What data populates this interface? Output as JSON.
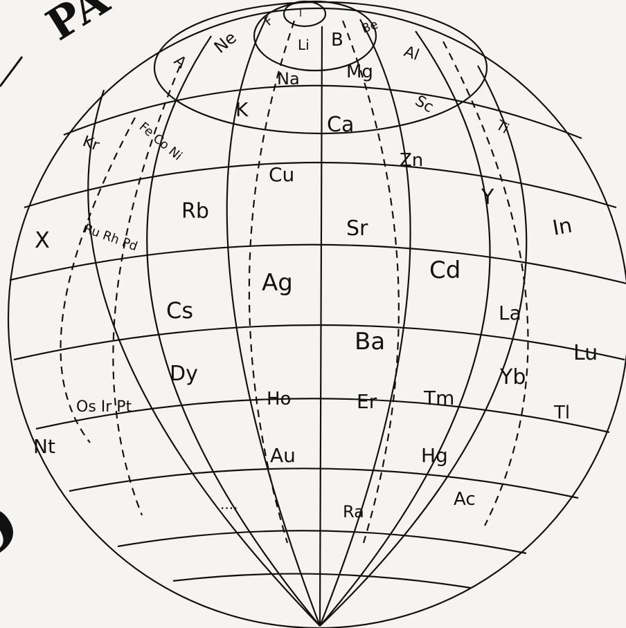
{
  "diagram": {
    "title_fragment": "PA",
    "side_fragment": "D",
    "colors": {
      "background": "#f5f4f2",
      "ink": "#111111"
    },
    "elements": [
      "I",
      "F",
      "Li",
      "B",
      "Be",
      "A",
      "Ne",
      "Na",
      "Mg",
      "Al",
      "K",
      "Ca",
      "Sc",
      "Ti",
      "Kr",
      "Fe Co Ni",
      "Cu",
      "Zn",
      "Y",
      "Rb",
      "Sr",
      "In",
      "Ru Rh Pd",
      "X",
      "Ag",
      "Cd",
      "Cs",
      "La",
      "Ba",
      "Lu",
      "Dy",
      "Yb",
      "Os Ir Pt",
      "Ho",
      "Er",
      "Tm",
      "Tl",
      "Nt",
      "Au",
      "Hg",
      "....",
      "Ac",
      "Ra"
    ]
  }
}
